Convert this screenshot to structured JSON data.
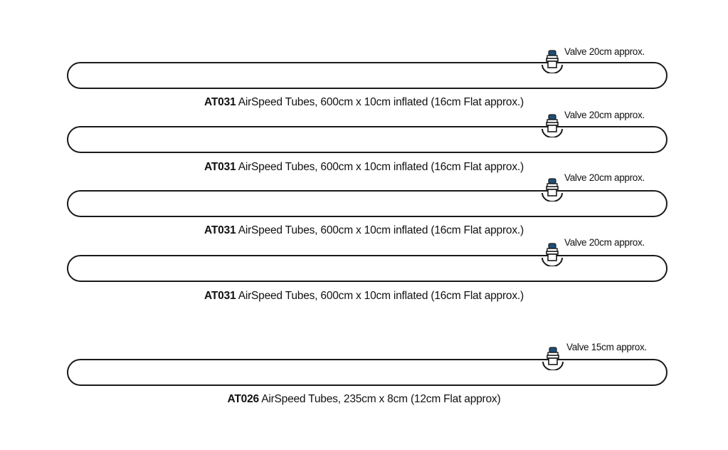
{
  "tubes": [
    {
      "valve_label": "Valve 20cm approx.",
      "code": "AT031",
      "description": "AirSpeed Tubes, 600cm x 10cm inflated (16cm Flat approx.)"
    },
    {
      "valve_label": "Valve 20cm approx.",
      "code": "AT031",
      "description": "AirSpeed Tubes, 600cm x 10cm inflated (16cm Flat approx.)"
    },
    {
      "valve_label": "Valve 20cm approx.",
      "code": "AT031",
      "description": "AirSpeed Tubes, 600cm x 10cm inflated (16cm Flat approx.)"
    },
    {
      "valve_label": "Valve 20cm approx.",
      "code": "AT031",
      "description": "AirSpeed Tubes, 600cm x 10cm inflated (16cm Flat approx.)"
    },
    {
      "valve_label": "Valve 15cm approx.",
      "code": "AT026",
      "description": "AirSpeed Tubes, 235cm x 8cm (12cm Flat approx)"
    }
  ],
  "colors": {
    "outline": "#1a1a1a",
    "valve_cap": "#1f4e79"
  }
}
